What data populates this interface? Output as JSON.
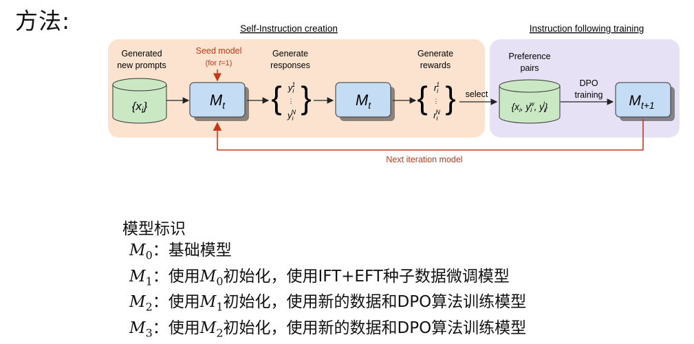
{
  "title": "方法:",
  "diagram": {
    "section_left": "Self-Instruction creation",
    "section_right": "Instruction following training",
    "generated_prompts": "Generated\nnew prompts",
    "db_prompts": "{x_i}",
    "seed_model": "Seed model",
    "seed_model_note": "(for t=1)",
    "model_mt": "M_t",
    "gen_responses": "Generate\nresponses",
    "responses": "y_i^1 … y_i^N",
    "gen_rewards": "Generate\nrewards",
    "rewards": "r_i^1 … r_i^N",
    "select": "select",
    "preference_pairs": "Preference\npairs",
    "db_pairs": "{x_i, y_i^w, y_i^l}",
    "dpo_training": "DPO\ntraining",
    "model_next": "M_t+1",
    "next_iteration": "Next iteration model",
    "colors": {
      "left_panel": "#fbe3cf",
      "right_panel": "#e6e1f4",
      "model_box": "#c5dcf5",
      "db": "#c9e8c3",
      "accent": "#c0391b"
    }
  },
  "legend": {
    "heading": "模型标识",
    "items": [
      {
        "model": "M",
        "sub": "0",
        "text": "：基础模型"
      },
      {
        "model": "M",
        "sub": "1",
        "text": "：使用",
        "m2": "M",
        "sub2": "0",
        "text2": "初始化，使用IFT+EFT种子数据微调模型"
      },
      {
        "model": "M",
        "sub": "2",
        "text": "：使用",
        "m2": "M",
        "sub2": "1",
        "text2": "初始化，使用新的数据和DPO算法训练模型"
      },
      {
        "model": "M",
        "sub": "3",
        "text": "：使用",
        "m2": "M",
        "sub2": "2",
        "text2": "初始化，使用新的数据和DPO算法训练模型"
      }
    ]
  }
}
